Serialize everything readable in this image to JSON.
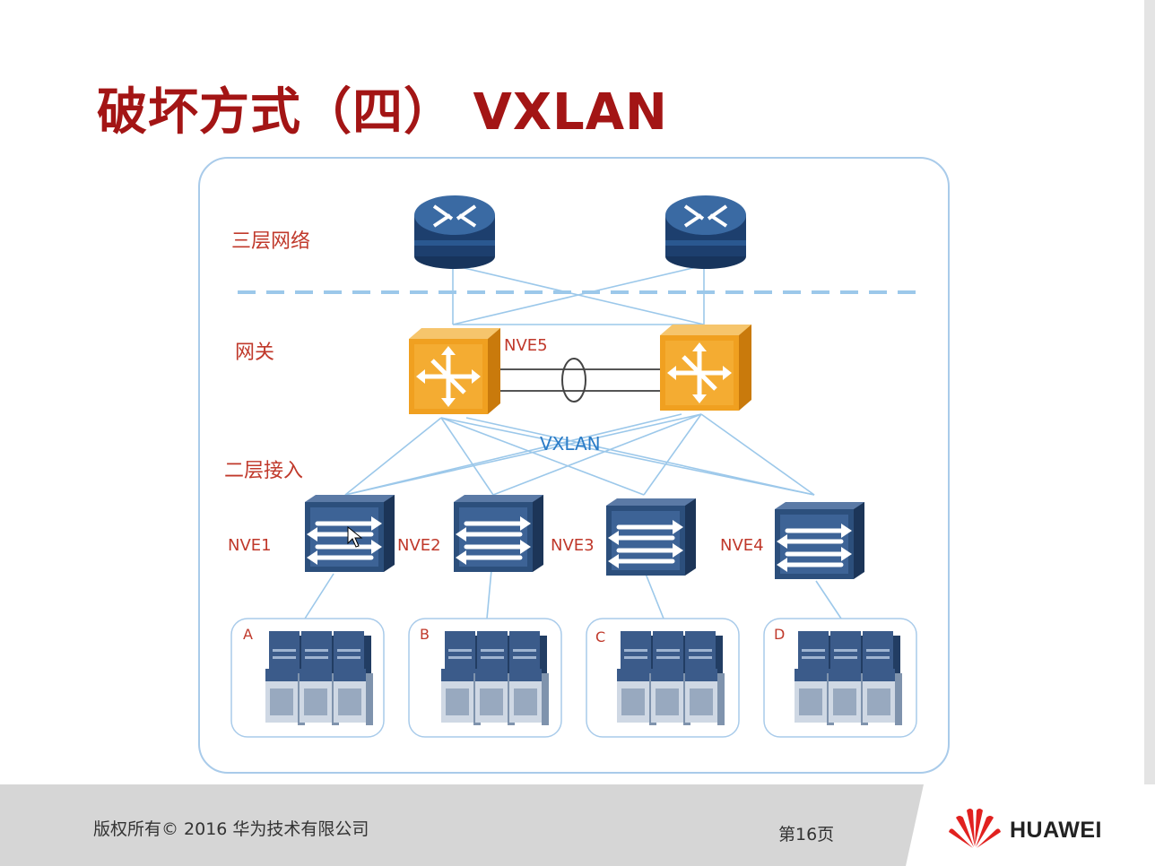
{
  "title": "破坏方式（四） VXLAN",
  "layers": {
    "l3": "三层网络",
    "gateway": "网关",
    "l2": "二层接入"
  },
  "labels": {
    "nve5": "NVE5",
    "vxlan": "VXLAN",
    "nve1": "NVE1",
    "nve2": "NVE2",
    "nve3": "NVE3",
    "nve4": "NVE4",
    "group_a": "A",
    "group_b": "B",
    "group_c": "C",
    "group_d": "D"
  },
  "footer": {
    "copyright": "版权所有© 2016 华为技术有限公司",
    "page": "第16页",
    "brand": "HUAWEI"
  },
  "colors": {
    "title": "#a31515",
    "layer_label": "#c0392b",
    "node_label": "#c0392b",
    "vxlan_label": "#2b7cc7",
    "link": "#9cc8ea",
    "router": "#1d3f6e",
    "gateway_switch": "#f0a020",
    "access_switch": "#2c4f7c",
    "brand_red": "#e1211f"
  }
}
